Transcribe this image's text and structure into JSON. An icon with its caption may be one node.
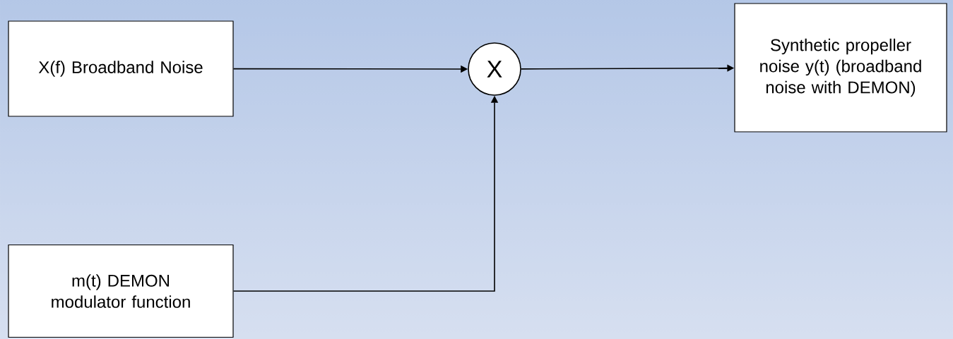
{
  "diagram": {
    "nodes": [
      {
        "text": [
          "X(f) Broadband Noise"
        ]
      },
      {
        "text": [
          "X"
        ]
      },
      {
        "text": [
          "Synthetic propeller noise y(t) (broadband noise with DEMON)"
        ]
      },
      {
        "text": [
          "m(t) DEMON modulator function"
        ]
      }
    ],
    "edges": [
      {
        "from": 0,
        "to": 1,
        "arrow": "to"
      },
      {
        "from": 1,
        "to": 2,
        "arrow": "to"
      },
      {
        "from": 3,
        "to": 1,
        "arrow": "to"
      }
    ]
  }
}
